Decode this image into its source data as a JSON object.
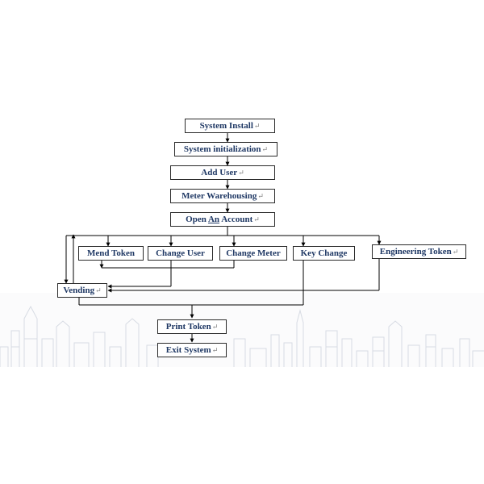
{
  "diagram": {
    "nodes": {
      "system_install": "System Install",
      "system_initialization": "System initialization",
      "add_user": "Add User",
      "meter_warehousing": "Meter Warehousing",
      "open_account_prefix": "Open ",
      "open_account_underlined": "An",
      "open_account_suffix": " Account",
      "mend_token": "Mend Token",
      "change_user": "Change User",
      "change_meter": "Change Meter",
      "key_change": "Key Change",
      "engineering_token": "Engineering Token",
      "vending": "Vending",
      "print_token": "Print Token",
      "exit_system": "Exit System"
    },
    "return_mark": "↵",
    "line_color": "#000000",
    "text_color": "#1f3864"
  }
}
